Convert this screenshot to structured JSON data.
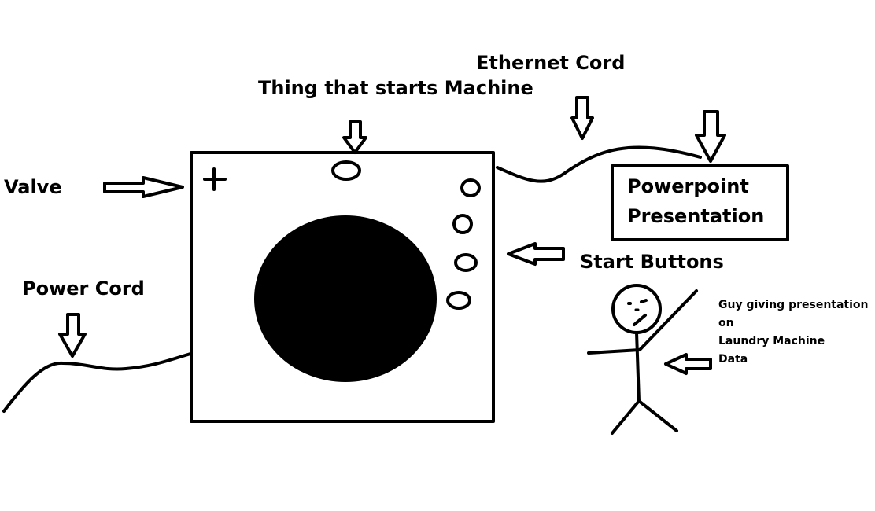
{
  "diagram": {
    "title": "Laundry Machine Diagram",
    "labels": {
      "valve": "Valve",
      "thing_starts_machine": "Thing that starts Machine",
      "ethernet_cord": "Ethernet Cord",
      "powerpoint_line1": "Powerpoint",
      "powerpoint_line2": "Presentation",
      "start_buttons": "Start Buttons",
      "power_cord": "Power Cord",
      "guy_line1": "Guy giving presentation",
      "guy_line2": "on",
      "guy_line3": "Laundry Machine",
      "guy_line4": "Data"
    },
    "colors": {
      "ink": "#000000",
      "background": "#ffffff"
    }
  }
}
